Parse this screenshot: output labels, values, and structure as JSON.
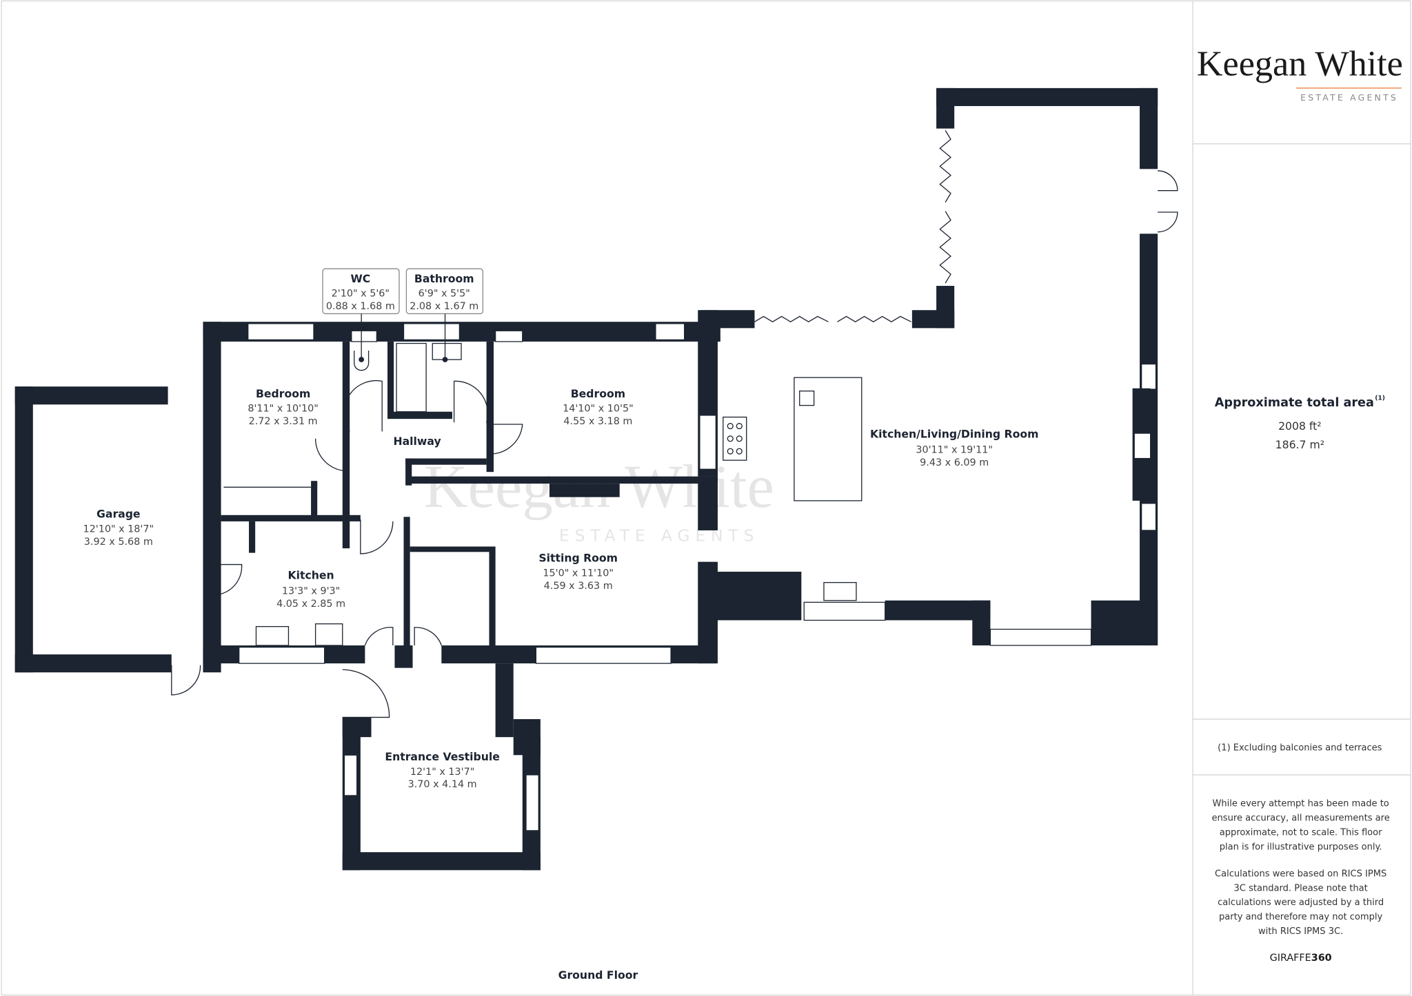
{
  "brand": {
    "name": "Keegan White",
    "tagline": "ESTATE AGENTS",
    "accent": "#e8772e",
    "wall_color": "#1c2431"
  },
  "floor_label": "Ground Floor",
  "rooms": [
    {
      "name": "WC",
      "imperial": "2'10\" x 5'6\"",
      "metric": "0.88 x 1.68 m"
    },
    {
      "name": "Bathroom",
      "imperial": "6'9\" x 5'5\"",
      "metric": "2.08 x 1.67 m"
    },
    {
      "name": "Bedroom",
      "imperial": "8'11\" x 10'10\"",
      "metric": "2.72 x 3.31 m"
    },
    {
      "name": "Bedroom",
      "imperial": "14'10\" x 10'5\"",
      "metric": "4.55 x 3.18 m"
    },
    {
      "name": "Hallway"
    },
    {
      "name": "Kitchen/Living/Dining Room",
      "imperial": "30'11\" x 19'11\"",
      "metric": "9.43 x 6.09 m"
    },
    {
      "name": "Garage",
      "imperial": "12'10\" x 18'7\"",
      "metric": "3.92 x 5.68 m"
    },
    {
      "name": "Kitchen",
      "imperial": "13'3\" x 9'3\"",
      "metric": "4.05 x 2.85 m"
    },
    {
      "name": "Sitting Room",
      "imperial": "15'0\" x 11'10\"",
      "metric": "4.59 x 3.63 m"
    },
    {
      "name": "Entrance Vestibule",
      "imperial": "12'1\" x 13'7\"",
      "metric": "3.70 x 4.14 m"
    }
  ],
  "sidebar": {
    "area_title": "Approximate total area",
    "area_note_mark": "(1)",
    "area_ft": "2008 ft²",
    "area_m": "186.7 m²",
    "footnote": "(1) Excluding balconies and terraces",
    "disclaimer": [
      "While every attempt has been made to",
      "ensure accuracy, all measurements are",
      "approximate, not to scale. This floor",
      "plan is for illustrative purposes only."
    ],
    "calc_note": [
      "Calculations were based on RICS IPMS",
      "3C standard. Please note that",
      "calculations were adjusted by a third",
      "party and therefore may not comply",
      "with RICS IPMS 3C."
    ],
    "credit_a": "GIRAFFE",
    "credit_b": "360"
  }
}
